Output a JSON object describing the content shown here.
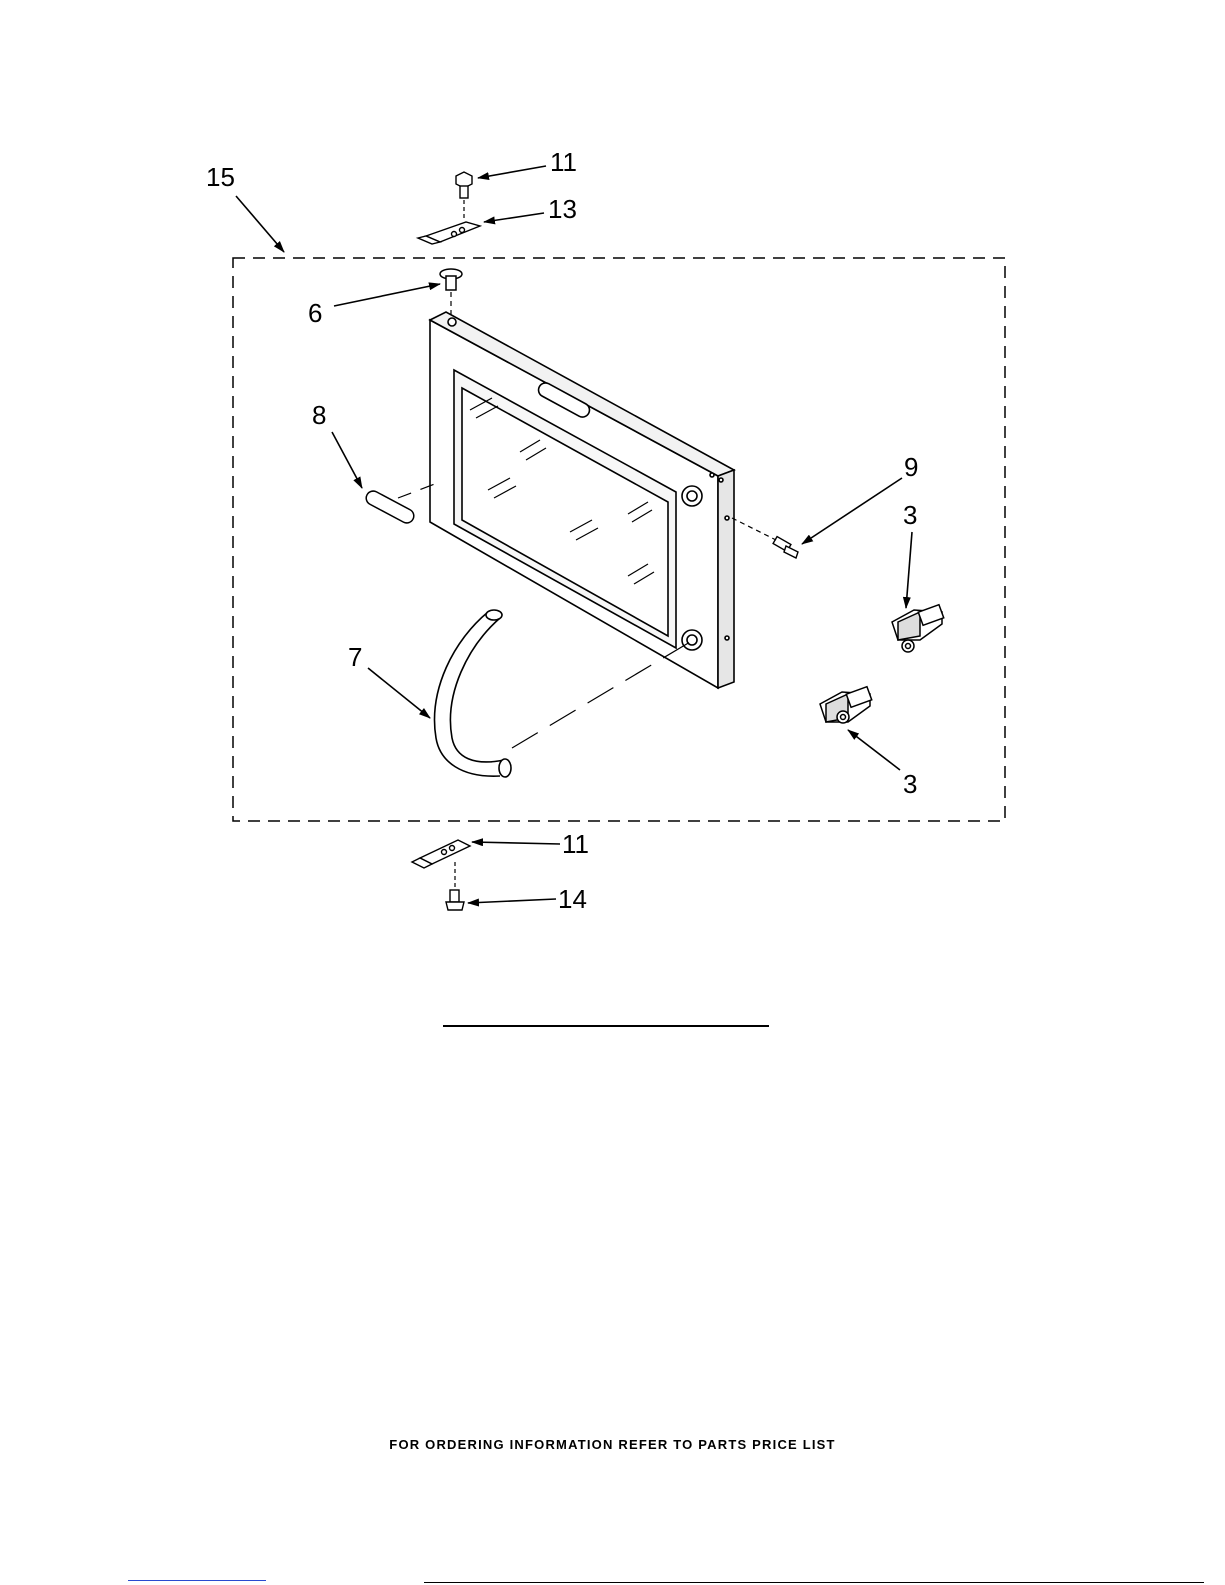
{
  "callouts": {
    "c15": "15",
    "c11_top": "11",
    "c13": "13",
    "c6": "6",
    "c8": "8",
    "c9": "9",
    "c3_upper": "3",
    "c7": "7",
    "c3_lower": "3",
    "c11_bottom": "11",
    "c14": "14"
  },
  "footer": {
    "ordering_note": "FOR ORDERING INFORMATION REFER TO PARTS PRICE LIST"
  },
  "colors": {
    "line": "#000000",
    "background": "#ffffff",
    "link_rule": "#2a4bd0"
  }
}
